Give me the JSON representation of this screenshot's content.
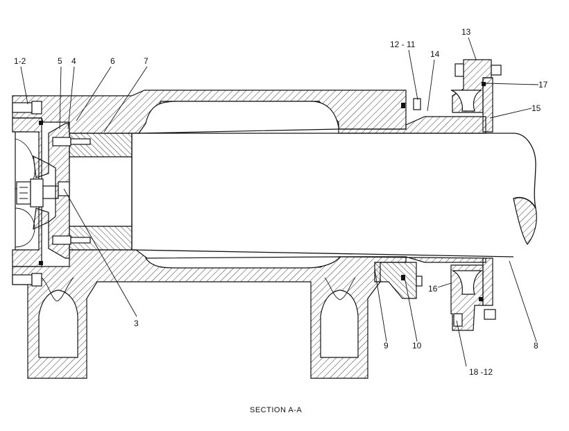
{
  "caption": "SECTION  A-A",
  "callouts": {
    "c1_2": "1-2",
    "c5": "5",
    "c4": "4",
    "c6": "6",
    "c7": "7",
    "c3": "3",
    "c9": "9",
    "c10": "10",
    "c8": "8",
    "c12_11": "12 - 11",
    "c13": "13",
    "c14": "14",
    "c15": "15",
    "c16": "16",
    "c17": "17",
    "c18_12": "18 -12"
  }
}
